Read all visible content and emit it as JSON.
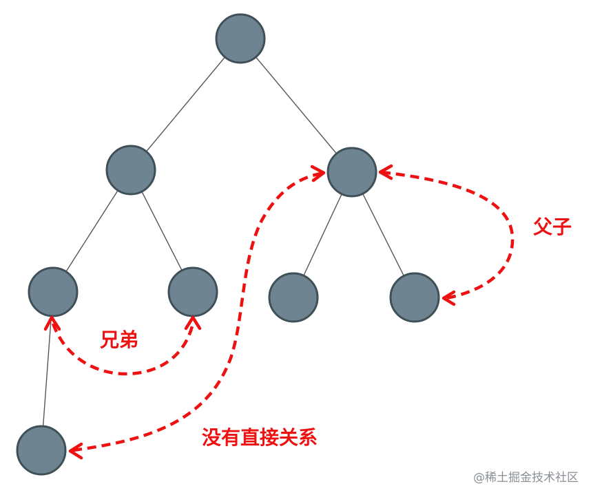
{
  "diagram": {
    "nodes": [
      "root",
      "left",
      "right",
      "left-left",
      "left-right",
      "right-left",
      "right-right",
      "left-left-child"
    ],
    "edges": [
      [
        "root",
        "left"
      ],
      [
        "root",
        "right"
      ],
      [
        "left",
        "left-left"
      ],
      [
        "left",
        "left-right"
      ],
      [
        "right",
        "right-left"
      ],
      [
        "right",
        "right-right"
      ],
      [
        "left-left",
        "left-left-child"
      ]
    ],
    "relations": [
      {
        "label": "兄弟",
        "from": "left-left",
        "to": "left-right"
      },
      {
        "label": "父子",
        "from": "right",
        "to": "right-right"
      },
      {
        "label": "没有直接关系",
        "from": "left-left-child",
        "to": "right"
      }
    ],
    "colors": {
      "node_fill": "#6e8591",
      "node_stroke": "#3f4f58",
      "relation": "#ee1111"
    }
  },
  "watermark": "@稀土掘金技术社区"
}
